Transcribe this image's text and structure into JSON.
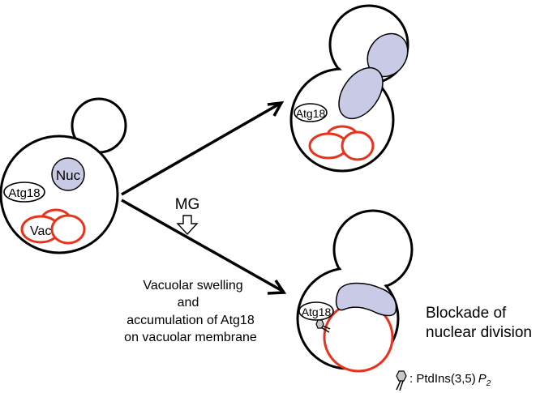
{
  "colors": {
    "nucleus_fill": "#c9cbe6",
    "vacuole_stroke": "#e8321c",
    "outline": "#000000",
    "lipid_head": "#c8c8c8"
  },
  "left_cell": {
    "nucleus_label": "Nuc",
    "atg18_label": "Atg18",
    "vacuole_label": "Vac"
  },
  "top_right_cell": {
    "atg18_label": "Atg18"
  },
  "bottom_right_cell": {
    "atg18_label": "Atg18"
  },
  "treatment": {
    "label": "MG"
  },
  "annotations": {
    "vacuolar_effect_lines": [
      "Vacuolar swelling",
      "and",
      "accumulation of Atg18",
      "on vacuolar membrane"
    ],
    "outcome_lines": [
      "Blockade of",
      "nuclear division"
    ]
  },
  "legend": {
    "separator": ": ",
    "lipid_name": "PtdIns(3,5)",
    "lipid_subscript_base": "P",
    "lipid_subscript": "2"
  }
}
